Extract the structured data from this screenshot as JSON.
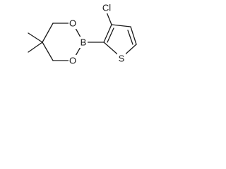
{
  "atoms": [
    {
      "name": "atom-o-upper",
      "label": "O"
    },
    {
      "name": "atom-o-lower",
      "label": "O"
    },
    {
      "name": "atom-b",
      "label": "B"
    },
    {
      "name": "atom-s",
      "label": "S"
    },
    {
      "name": "atom-cl",
      "label": "Cl"
    }
  ]
}
